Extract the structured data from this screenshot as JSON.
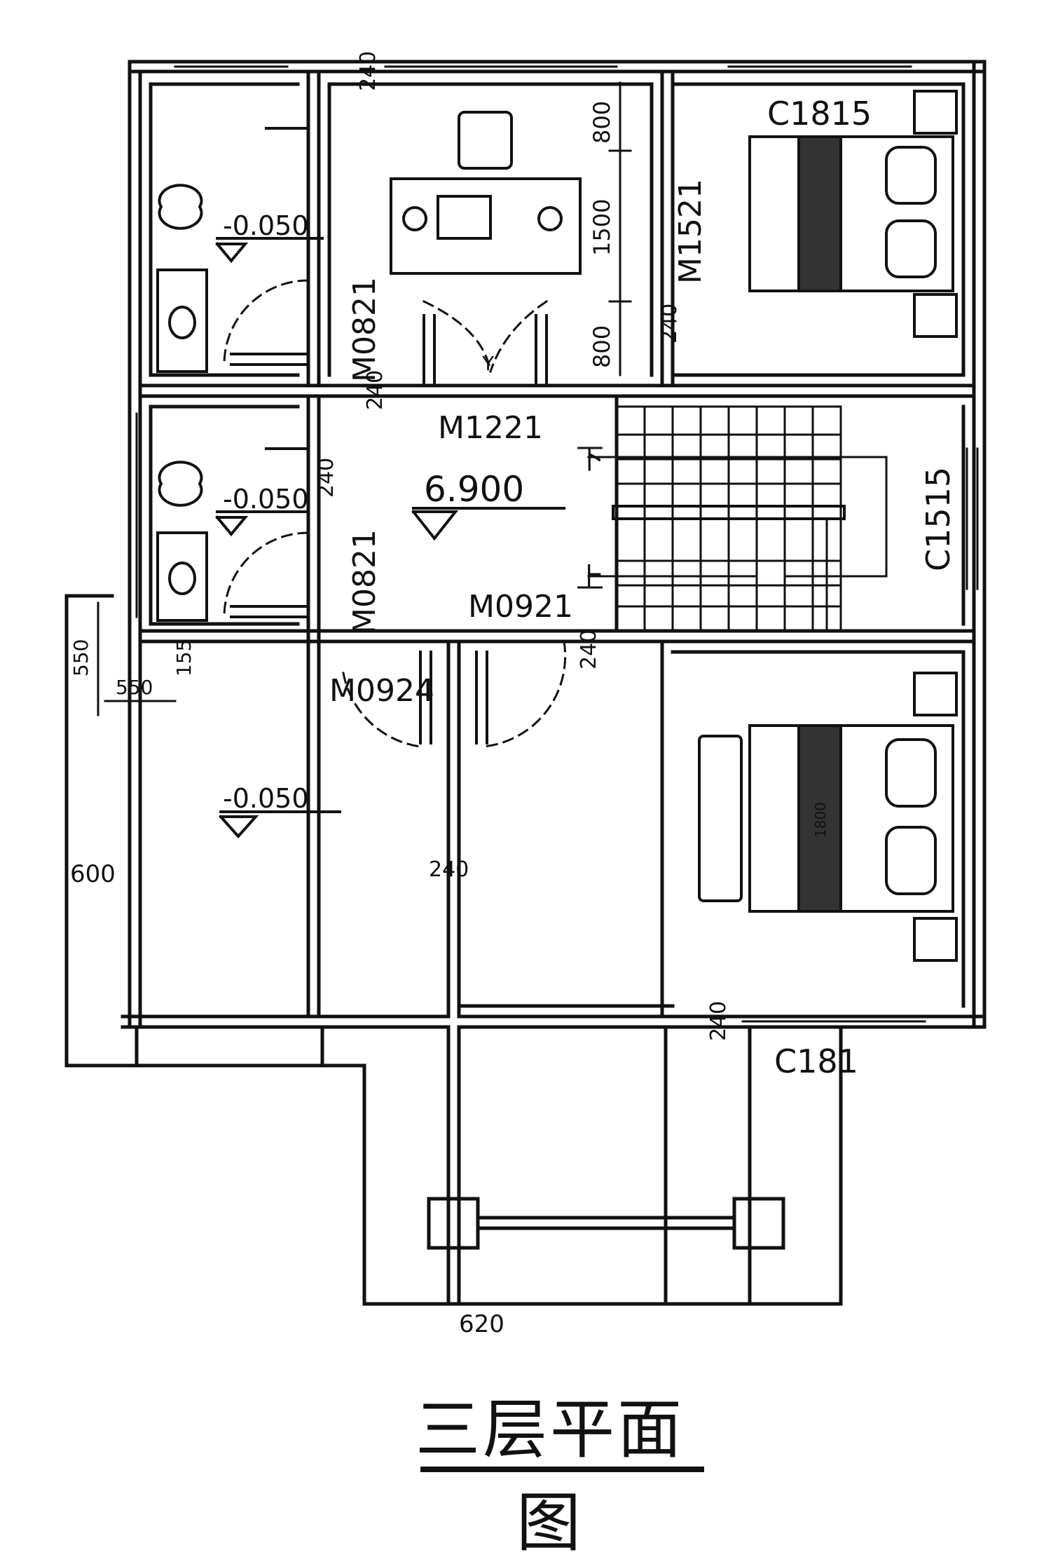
{
  "title": "三层平面图",
  "levels": {
    "wc_upper": "-0.050",
    "wc_lower": "-0.050",
    "hall": "6.900",
    "terrace": "-0.050"
  },
  "doors": {
    "bath_upper": "M0821",
    "bath_lower": "M0821",
    "study": "M1221",
    "bed_upper": "M1521",
    "stair": "M0921",
    "terrace": "M0924"
  },
  "windows": {
    "bed_upper": "C1815",
    "stair": "C1515",
    "bed_lower": "C181"
  },
  "dims": {
    "d800a": "800",
    "d1500": "1500",
    "d800b": "800",
    "w240_1": "240",
    "w240_2": "240",
    "w240_3": "240",
    "w240_4": "240",
    "w240_5": "240",
    "w240_6": "240",
    "w240_7": "240",
    "d550a": "550",
    "d550b": "550",
    "d155": "155",
    "d600": "600",
    "d620": "620",
    "bed_size": "1800"
  },
  "stair_labels": {
    "down": "下",
    "up": "上"
  },
  "study_mark": "Y"
}
